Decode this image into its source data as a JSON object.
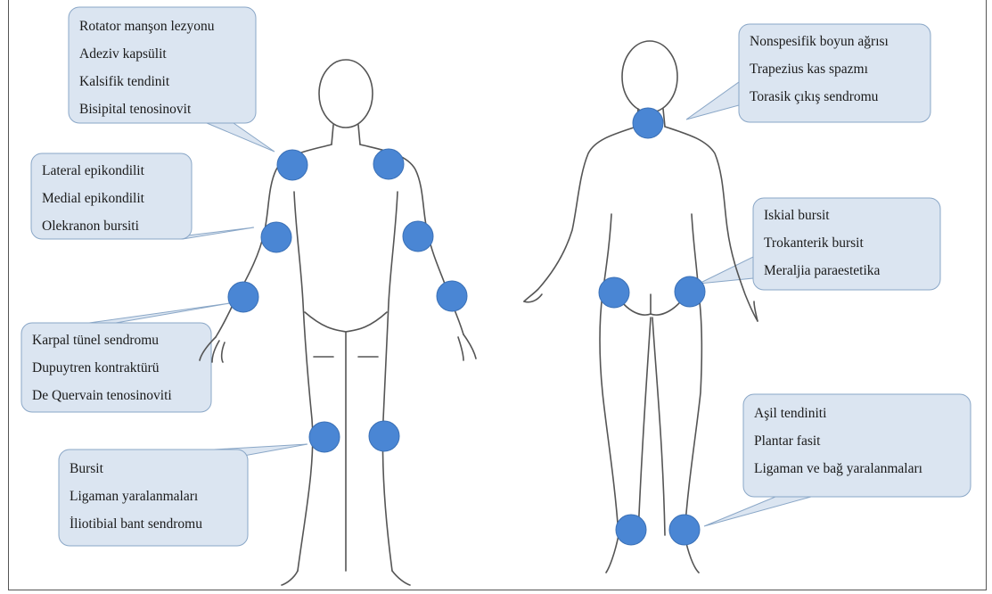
{
  "colors": {
    "callout_fill": "#dbe5f1",
    "callout_stroke": "#8aa7c7",
    "marker_fill": "#4a86d4",
    "body_line": "#555555"
  },
  "callouts": {
    "shoulder": [
      "Rotator manşon lezyonu",
      "Adeziv kapsülit",
      "Kalsifik tendinit",
      "Bisipital tenosinovit"
    ],
    "elbow": [
      "Lateral epikondilit",
      "Medial epikondilit",
      "Olekranon bursiti"
    ],
    "wrist": [
      "Karpal tünel sendromu",
      "Dupuytren kontraktürü",
      "De Quervain tenosinoviti"
    ],
    "knee": [
      "Bursit",
      "Ligaman yaralanmaları",
      "İliotibial bant sendromu"
    ],
    "neck": [
      "Nonspesifik boyun ağrısı",
      "Trapezius kas spazmı",
      "Torasik çıkış sendromu"
    ],
    "hip": [
      "Iskial bursit",
      "Trokanterik bursit",
      "Meraljia paraestetika"
    ],
    "ankle": [
      "Aşil tendiniti",
      "Plantar fasit",
      "Ligaman ve bağ yaralanmaları"
    ]
  }
}
